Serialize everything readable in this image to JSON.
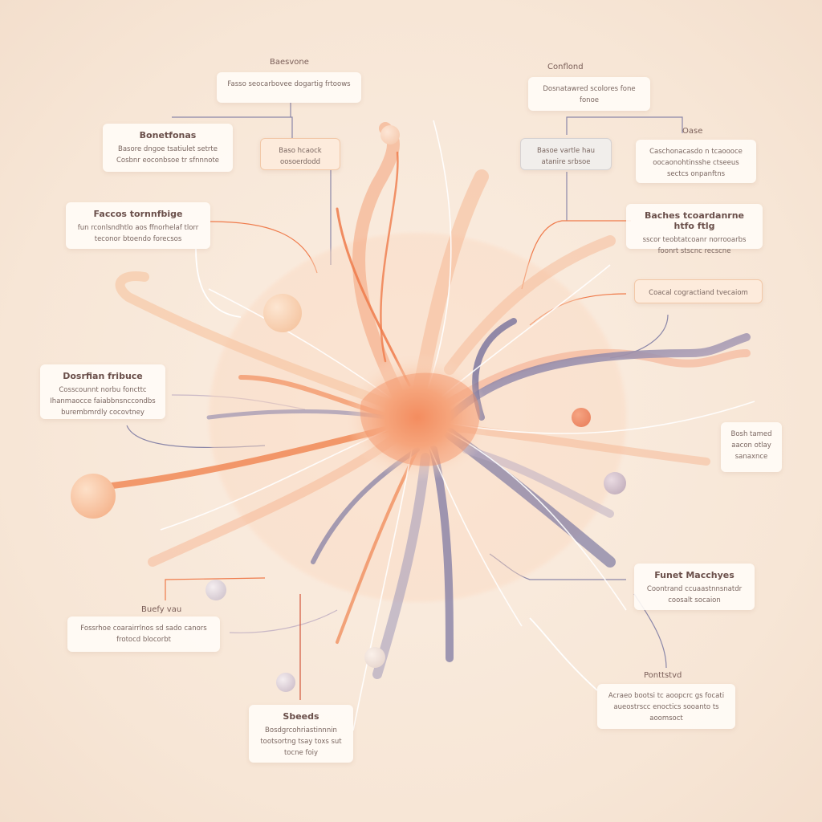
{
  "palette": {
    "peach": "#f6a878",
    "orange": "#ef7a4a",
    "lavender": "#7f7aa3",
    "cream": "#fbeee2",
    "red": "#d2553a"
  },
  "labels": {
    "top_left": "Baesvone",
    "top_right": "Conflond",
    "right_small": "Oase",
    "bottom_left": "Buefy vau",
    "bottom_right": "Ponttstvd"
  },
  "cards": {
    "top_center_left": {
      "title": "",
      "body": "Fasso seocarbovee dogartig frtoows"
    },
    "bonetfonas": {
      "title": "Bonetfonas",
      "body": "Basore dngoe tsatiulet setrte Cosbnr eoconbsoe tr sfnnnote"
    },
    "bacs": {
      "title": "",
      "body": "Baso hcaock oosoerdodd"
    },
    "faccos": {
      "title": "Faccos tornnfbige",
      "body": "fun rconlsndhtlo aos ffnorhelaf tlorr teconor btoendo forecsos"
    },
    "top_right_a": {
      "title": "",
      "body": "Dosnatawred scolores fone fonoe"
    },
    "basoe_gray": {
      "title": "",
      "body": "Basoe vartle hau atanire srbsoe"
    },
    "right_desc": {
      "title": "",
      "body": "Caschonacasdo n tcaoooce oocaonohtinsshe ctseeus sectcs onpanftns"
    },
    "baches": {
      "title": "Baches tcoardanrne htfo ftlg",
      "body": "sscor teobtatcoanr norrooarbs foonrt stscnc recscne"
    },
    "coecal": {
      "title": "",
      "body": "Coacal cogractiand tvecaiom"
    },
    "dosrfian": {
      "title": "Dosrfian fribuce",
      "body": "Cosscounnt norbu foncttc Ihanmaocce faiabbnsnccondbs burembmrdly cocovtney"
    },
    "bosh": {
      "title": "",
      "body": "Bosh tamed aacon otlay sanaxnce"
    },
    "fossrhlt": {
      "title": "",
      "body": "Fossrhoe coarairrlnos sd sado canors frotocd blocorbt"
    },
    "funet": {
      "title": "Funet Macchyes",
      "body": "Coontrand ccuaastnnsnatdr coosalt socaion"
    },
    "sbeeds": {
      "title": "Sbeeds",
      "body": "Bosdgrcohriastinnnin tootsortng tsay toxs sut tocne foiy"
    },
    "acraeo": {
      "title": "",
      "body": "Acraeo bootsi tc aoopcrc gs focati aueostrscc enoctics sooanto ts aoomsoct"
    }
  }
}
